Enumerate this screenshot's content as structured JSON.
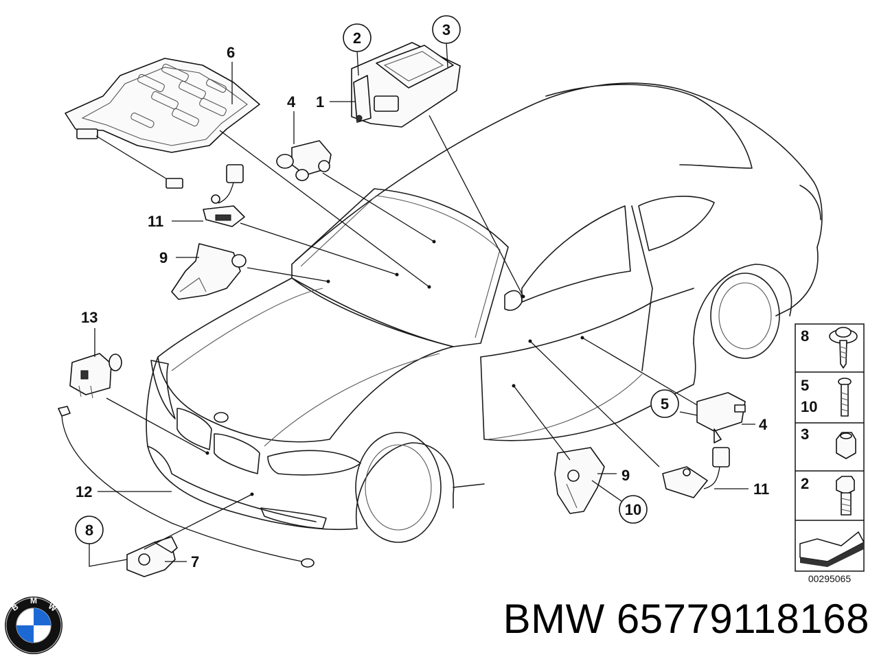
{
  "diagram": {
    "callouts": {
      "c1": "1",
      "c2": "2",
      "c3": "3",
      "c4a": "4",
      "c4b": "4",
      "c5": "5",
      "c6": "6",
      "c7": "7",
      "c8": "8",
      "c9a": "9",
      "c9b": "9",
      "c10": "10",
      "c11a": "11",
      "c11b": "11",
      "c12": "12",
      "c13": "13"
    },
    "legend": {
      "row1": [
        "8"
      ],
      "row2": [
        "5",
        "10"
      ],
      "row3": [
        "3"
      ],
      "row4": [
        "2"
      ]
    },
    "drawing_number": "00295065"
  },
  "footer": {
    "brand": "BMW",
    "part_number": "65779118168",
    "logo_letters": [
      "B",
      "M",
      "W"
    ]
  }
}
